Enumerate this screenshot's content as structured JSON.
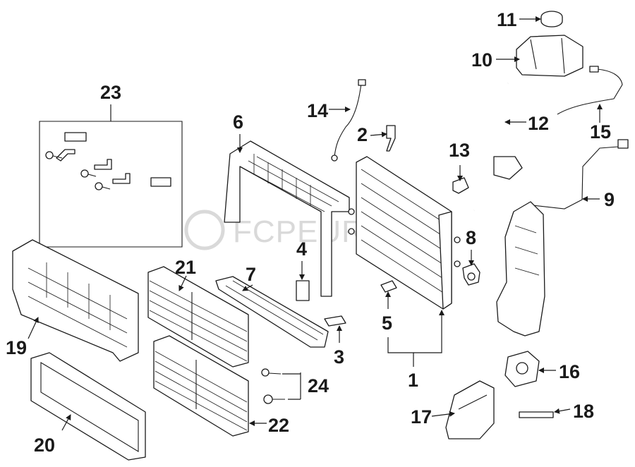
{
  "diagram": {
    "callouts": {
      "c1": "1",
      "c2": "2",
      "c3": "3",
      "c4": "4",
      "c5": "5",
      "c6": "6",
      "c7": "7",
      "c8": "8",
      "c9": "9",
      "c10": "10",
      "c11": "11",
      "c12": "12",
      "c13": "13",
      "c14": "14",
      "c15": "15",
      "c16": "16",
      "c17": "17",
      "c18": "18",
      "c19": "19",
      "c20": "20",
      "c21": "21",
      "c22": "22",
      "c23": "23",
      "c24": "24"
    },
    "watermark": "FCPEURO",
    "colors": {
      "line": "#1a1a1a",
      "background": "#ffffff",
      "watermark": "#d9d9d9"
    }
  }
}
